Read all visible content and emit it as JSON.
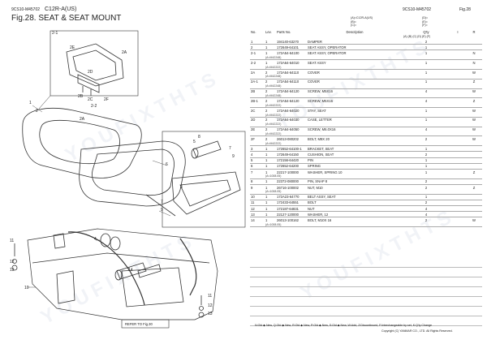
{
  "header": {
    "model_small": "9CS10-M45702",
    "model_code": "C12R-A(US)",
    "title": "Fig.28.  SEAT & SEAT MOUNT",
    "right_model": "9CS10-M45702",
    "right_fig": "Fig.28"
  },
  "legend": {
    "a": "(A)=C12R-A(US)",
    "b": "(B)=",
    "c": "(C)=",
    "d": "(D)=",
    "e": "(E)=",
    "f": "(F)="
  },
  "table": {
    "columns": [
      "No.",
      "Lev.",
      "Parts No.",
      "Description",
      "Q'ty",
      "I",
      "R"
    ],
    "qty_sub": [
      "(A)",
      "(B)",
      "(C)",
      "(D)",
      "(E)",
      "(F)"
    ],
    "rows": [
      {
        "no": "1",
        "lev": "1",
        "part": "194140-63270",
        "desc": "DAMPER",
        "qty": "2",
        "s": "",
        "sep": false
      },
      {
        "no": "2",
        "lev": "1",
        "part": "172649-64101",
        "desc": "SEAT ASSY, OPERATOR",
        "qty": "1",
        "s": "",
        "sep": false
      },
      {
        "no": "2-1",
        "lev": "1",
        "part": "172A54-64100",
        "desc": "SEAT ASSY, OPERATOR",
        "qty": "1",
        "s": "N",
        "sep": true
      },
      {
        "sub": "(A<M42248)"
      },
      {
        "no": "2-2",
        "lev": "1",
        "part": "172A64-64010",
        "desc": "SEAT ASSY",
        "qty": "1",
        "s": "N",
        "sep": true
      },
      {
        "sub": "(A<M42222)"
      },
      {
        "no": "2A",
        "lev": "2",
        "part": "172A54-64110",
        "desc": "COVER",
        "qty": "1",
        "s": "W",
        "sep": true
      },
      {
        "sub": "(A<M42248)"
      },
      {
        "no": "2A-1",
        "lev": "2",
        "part": "172A54-64110",
        "desc": "COVER",
        "qty": "1",
        "s": "Z",
        "sep": true
      },
      {
        "sub": "(A<M42248)"
      },
      {
        "no": "2B",
        "lev": "2",
        "part": "172A54-64120",
        "desc": "SCREW, M5X16",
        "qty": "4",
        "s": "W",
        "sep": true
      },
      {
        "sub": "(A<M42248)"
      },
      {
        "no": "2B-1",
        "lev": "2",
        "part": "172A54-64120",
        "desc": "SCREW, M5X16",
        "qty": "4",
        "s": "Z",
        "sep": true
      },
      {
        "sub": "(A<M42222)"
      },
      {
        "no": "2C",
        "lev": "2",
        "part": "172A64-64020",
        "desc": "STAY, SEAT",
        "qty": "1",
        "s": "W",
        "sep": true
      },
      {
        "sub": "(A<M42222)"
      },
      {
        "no": "2D",
        "lev": "2",
        "part": "172A64-64030",
        "desc": "CASE, LETTER",
        "qty": "1",
        "s": "W",
        "sep": true
      },
      {
        "sub": "(A<M42222)"
      },
      {
        "no": "2E",
        "lev": "2",
        "part": "172A64-64050",
        "desc": "SCREW, M6.0X16",
        "qty": "4",
        "s": "W",
        "sep": true
      },
      {
        "sub": "(A<M42222)"
      },
      {
        "no": "2F",
        "lev": "2",
        "part": "26013-080202",
        "desc": "BOLT, M8X 20",
        "qty": "2",
        "s": "W",
        "sep": true
      },
      {
        "sub": "(A<M42222)"
      },
      {
        "no": "3",
        "lev": "1",
        "part": "172652-64100-1",
        "desc": "BRACKET, SEAT",
        "qty": "1",
        "s": "",
        "sep": false
      },
      {
        "no": "4",
        "lev": "1",
        "part": "172649-64150",
        "desc": "CUSHION, SEAT",
        "qty": "2",
        "s": "",
        "sep": false
      },
      {
        "no": "5",
        "lev": "1",
        "part": "172156-64420",
        "desc": "PIN",
        "qty": "1",
        "s": "",
        "sep": false
      },
      {
        "no": "6",
        "lev": "1",
        "part": "172652-64200",
        "desc": "SPRING",
        "qty": "1",
        "s": "",
        "sep": false
      },
      {
        "no": "7",
        "lev": "1",
        "part": "22217-100000",
        "desc": "WASHER, SPRING 10",
        "qty": "1",
        "s": "Z",
        "sep": true
      },
      {
        "sub": "(A<1008.05)"
      },
      {
        "no": "8",
        "lev": "1",
        "part": "22372-080000",
        "desc": "PIN, SNAP 8",
        "qty": "2",
        "s": "",
        "sep": false
      },
      {
        "no": "9",
        "lev": "1",
        "part": "26716-100002",
        "desc": "NUT, M10",
        "qty": "2",
        "s": "Z",
        "sep": true
      },
      {
        "sub": "(A<1008.05)"
      },
      {
        "no": "10",
        "lev": "1",
        "part": "172A23-64770",
        "desc": "BELT ASSY, SEAT",
        "qty": "1",
        "s": "",
        "sep": false
      },
      {
        "no": "11",
        "lev": "1",
        "part": "172433-64551",
        "desc": "BOLT",
        "qty": "2",
        "s": "",
        "sep": false
      },
      {
        "no": "12",
        "lev": "1",
        "part": "172187-64831",
        "desc": "NUT",
        "qty": "4",
        "s": "",
        "sep": false
      },
      {
        "no": "13",
        "lev": "1",
        "part": "22127-120000",
        "desc": "WASHER, 12",
        "qty": "4",
        "s": "",
        "sep": false
      },
      {
        "no": "14",
        "lev": "1",
        "part": "26013-100162",
        "desc": "BOLT, M10X 16",
        "qty": "2",
        "s": "W",
        "sep": true
      },
      {
        "sub": "(A<1008.05)"
      }
    ]
  },
  "diagram": {
    "callouts": [
      "2-1",
      "2E",
      "2D",
      "2A",
      "2B",
      "2C",
      "2F",
      "2-2",
      "2",
      "1",
      "2A",
      "3",
      "4",
      "5",
      "6",
      "7",
      "8",
      "9",
      "10",
      "11",
      "12",
      "13",
      "14",
      "11",
      "12",
      "13",
      "9",
      "7"
    ],
    "refer_note": "REFER TO Fig.30"
  },
  "footer": {
    "codes": "N:Old ◆ New, Q:Old ◆ New, R:Old ◆ New, P:Old ◆ New, S:Old ◆ New, W:Add, Z:Discontinued, F:Interchangeable by set, K:Q'ty Change",
    "copyright": "Copyright (C)  YANMAR CO., LTD. All Rights Reserved."
  },
  "watermark": "YOUFIXTHTS",
  "colors": {
    "line": "#333333",
    "table_rule": "#aaaaaa",
    "watermark": "#96a0be"
  }
}
